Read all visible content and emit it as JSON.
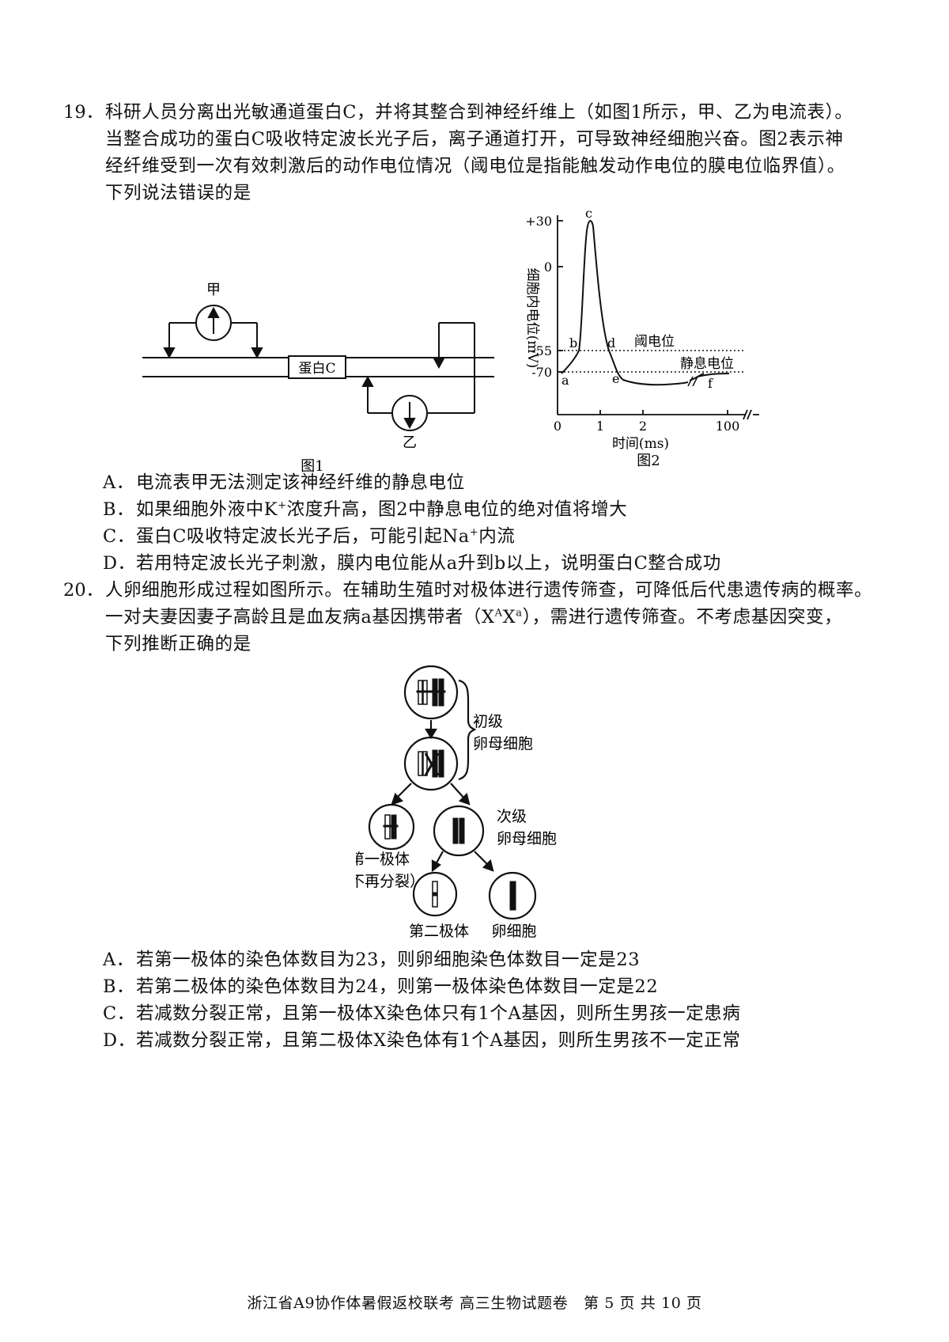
{
  "q19": {
    "number": "19．",
    "lines": [
      "科研人员分离出光敏通道蛋白C，并将其整合到神经纤维上（如图1所示，甲、乙为电流表）。",
      "当整合成功的蛋白C吸收特定波长光子后，离子通道打开，可导致神经细胞兴奋。图2表示神",
      "经纤维受到一次有效刺激后的动作电位情况（阈电位是指能触发动作电位的膜电位临界值）。",
      "下列说法错误的是"
    ],
    "fig1": {
      "meter_top": "甲",
      "meter_bottom": "乙",
      "protein": "蛋白C",
      "caption": "图1"
    },
    "fig2": {
      "ylabel": "细胞内电位(mV)",
      "xlabel": "时间(ms)",
      "yticks": [
        "+30",
        "0",
        "-55",
        "-70"
      ],
      "xticks": [
        "0",
        "1",
        "2",
        "100"
      ],
      "threshold_label": "阈电位",
      "resting_label": "静息电位",
      "points": [
        "a",
        "b",
        "c",
        "d",
        "e",
        "f"
      ],
      "caption": "图2"
    },
    "options": [
      {
        "label": "A．",
        "text": "电流表甲无法测定该神经纤维的静息电位"
      },
      {
        "label": "B．",
        "pre": "如果细胞外液中K",
        "sup": "+",
        "post": "浓度升高，图2中静息电位的绝对值将增大"
      },
      {
        "label": "C．",
        "pre": "蛋白C吸收特定波长光子后，可能引起Na",
        "sup": "+",
        "post": "内流"
      },
      {
        "label": "D．",
        "text": "若用特定波长光子刺激，膜内电位能从a升到b以上，说明蛋白C整合成功"
      }
    ]
  },
  "q20": {
    "number": "20．",
    "lines": [
      "人卵细胞形成过程如图所示。在辅助生殖时对极体进行遗传筛查，可降低后代患遗传病的概率。"
    ],
    "line2_pre": "一对夫妻因妻子高龄且是血友病a基因携带者（X",
    "line2_sup1": "A",
    "line2_mid": "X",
    "line2_sup2": "a",
    "line2_post": "），需进行遗传筛查。不考虑基因突变，",
    "line3": "下列推断正确的是",
    "diagram": {
      "primary_l1": "初级",
      "primary_l2": "卵母细胞",
      "secondary_l1": "次级",
      "secondary_l2": "卵母细胞",
      "first_polar_l1": "第一极体",
      "first_polar_l2": "（不再分裂）",
      "second_polar": "第二极体",
      "egg": "卵细胞"
    },
    "options": [
      {
        "label": "A．",
        "text": "若第一极体的染色体数目为23，则卵细胞染色体数目一定是23"
      },
      {
        "label": "B．",
        "text": "若第二极体的染色体数目为24，则第一极体染色体数目一定是22"
      },
      {
        "label": "C．",
        "text": "若减数分裂正常，且第一极体X染色体只有1个A基因，则所生男孩一定患病"
      },
      {
        "label": "D．",
        "text": "若减数分裂正常，且第二极体X染色体有1个A基因，则所生男孩不一定正常"
      }
    ]
  },
  "footer": "浙江省A9协作体暑假返校联考 高三生物试题卷　第 5 页 共 10 页"
}
